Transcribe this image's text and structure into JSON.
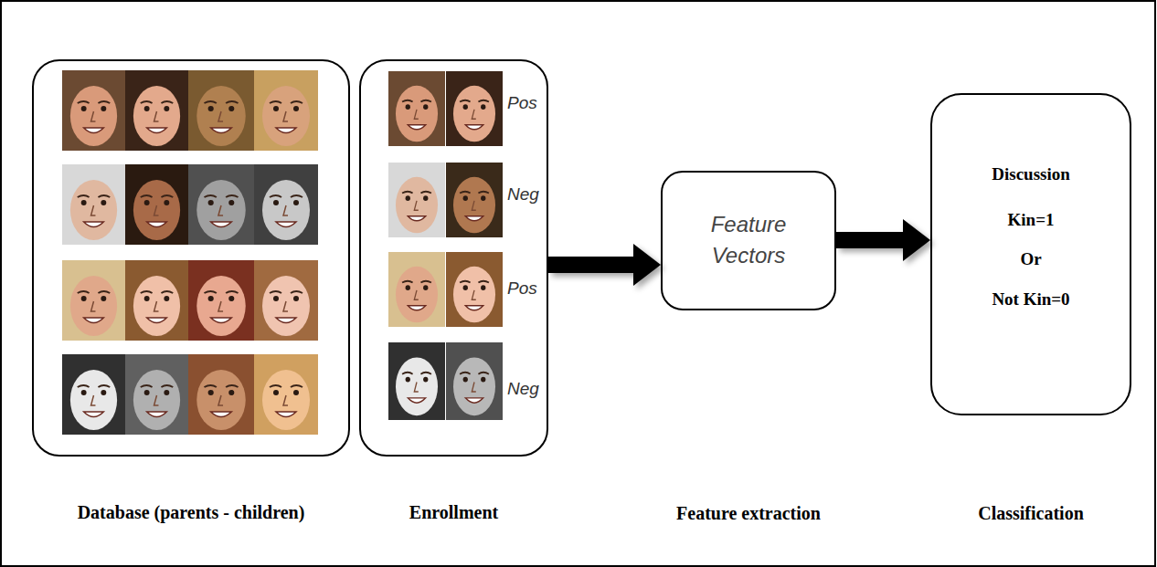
{
  "diagram": {
    "nodes": [
      {
        "text": [
          "Database (parents - children)"
        ]
      },
      {
        "text": [
          "Pos",
          "Neg",
          "Pos",
          "Neg",
          "Enrollment"
        ]
      },
      {
        "text": [
          "Feature Vectors",
          "Feature extraction"
        ]
      },
      {
        "text": [
          "Discussion",
          "Kin=1",
          "Or",
          "Not Kin=0",
          "Classification"
        ]
      }
    ],
    "edges": [
      {
        "from": 1,
        "to": 2,
        "arrow": "to"
      },
      {
        "from": 2,
        "to": 3,
        "arrow": "to"
      }
    ]
  }
}
